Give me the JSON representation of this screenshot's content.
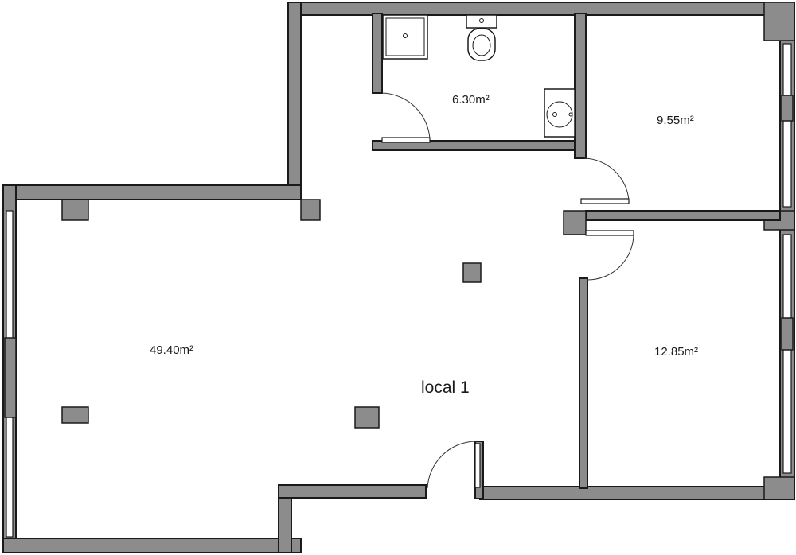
{
  "plan": {
    "unit_name": "local 1",
    "rooms": [
      {
        "id": "main",
        "area": "49.40m²"
      },
      {
        "id": "bathroom",
        "area": "6.30m²"
      },
      {
        "id": "bedroom-top",
        "area": "9.55m²"
      },
      {
        "id": "bedroom-bottom",
        "area": "12.85m²"
      }
    ]
  }
}
